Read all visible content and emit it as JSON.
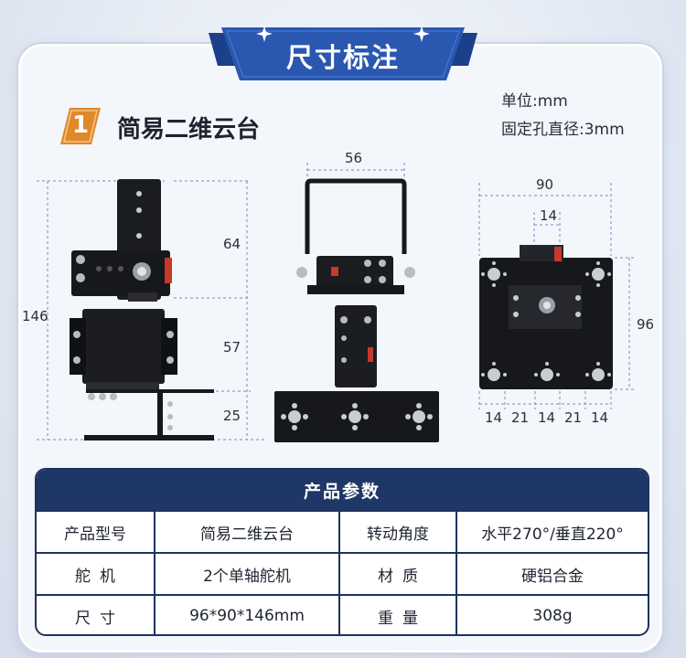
{
  "header": {
    "title": "尺寸标注"
  },
  "units": {
    "unit": "单位:mm",
    "hole": "固定孔直径:3mm"
  },
  "section": {
    "number": "1",
    "title": "简易二维云台"
  },
  "dimensions": {
    "left_total": "146",
    "left_upper": "64",
    "left_middle": "57",
    "left_lower": "25",
    "middle_width": "56",
    "right_width": "90",
    "right_inner": "14",
    "right_height": "96",
    "right_bottom": [
      "14",
      "21",
      "14",
      "21",
      "14"
    ]
  },
  "table": {
    "title": "产品参数",
    "rows": [
      {
        "k1": "产品型号",
        "v1": "简易二维云台",
        "k2": "转动角度",
        "v2": "水平270°/垂直220°"
      },
      {
        "k1": "舵机",
        "v1": "2个单轴舵机",
        "k2": "材质",
        "v2": "硬铝合金"
      },
      {
        "k1": "尺寸",
        "v1": "96*90*146mm",
        "k2": "重量",
        "v2": "308g"
      }
    ]
  },
  "colors": {
    "navy": "#1f3766",
    "ribbon": "#2a57b0",
    "badge": "#e0892b",
    "metal": "#16181c"
  }
}
